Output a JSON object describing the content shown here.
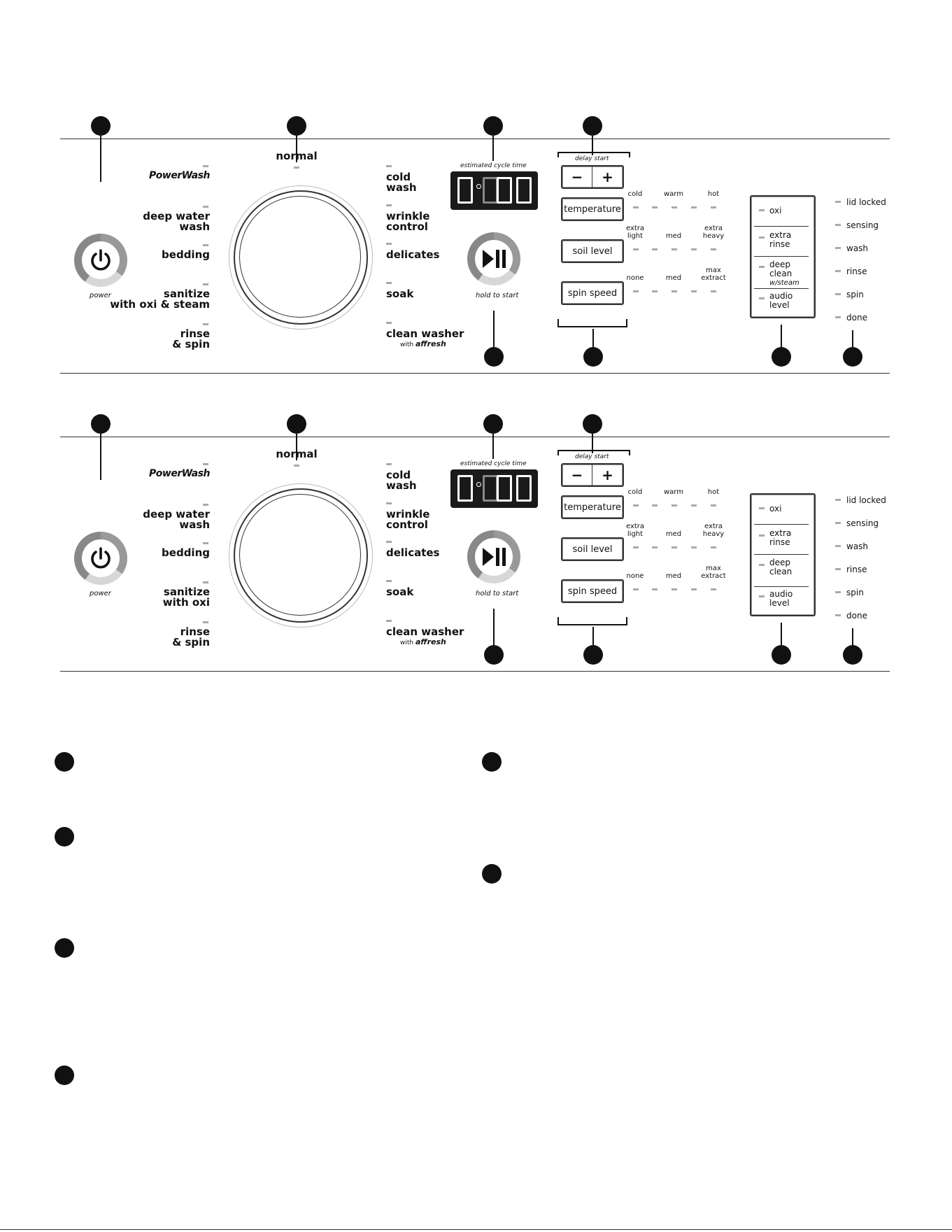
{
  "panels": [
    {
      "cycles_left": [
        {
          "name": "PowerWash",
          "text": "PowerWash",
          "brand": true
        },
        {
          "name": "deep-water-wash",
          "text": "deep water\nwash"
        },
        {
          "name": "bedding",
          "text": "bedding"
        },
        {
          "name": "sanitize",
          "text": "sanitize\nwith oxi & steam"
        },
        {
          "name": "rinse-spin",
          "text": "rinse\n& spin"
        }
      ],
      "cycle_top": "normal",
      "cycles_right": [
        {
          "text": "cold\nwash"
        },
        {
          "text": "wrinkle\ncontrol"
        },
        {
          "text": "delicates"
        },
        {
          "text": "soak"
        },
        {
          "text": "clean washer",
          "sub_prefix": "with",
          "sub_brand": "affresh"
        }
      ],
      "display_label": "estimated cycle time",
      "power_label": "power",
      "start_label": "hold to start",
      "delay_label": "delay start",
      "delay_minus": "−",
      "delay_plus": "+",
      "temperature": {
        "button": "temperature",
        "levels": [
          "cold",
          "warm",
          "hot"
        ]
      },
      "soil": {
        "button": "soil level",
        "levels": [
          "extra\nlight",
          "med",
          "extra\nheavy"
        ]
      },
      "spin": {
        "button": "spin speed",
        "levels": [
          "none",
          "med",
          "max\nextract"
        ]
      },
      "options": [
        {
          "text": "oxi"
        },
        {
          "text": "extra\nrinse"
        },
        {
          "text": "deep\nclean",
          "note": "w/steam"
        },
        {
          "text": "audio\nlevel"
        }
      ],
      "status": [
        "lid locked",
        "sensing",
        "wash",
        "rinse",
        "spin",
        "done"
      ]
    },
    {
      "cycles_left": [
        {
          "name": "PowerWash",
          "text": "PowerWash",
          "brand": true
        },
        {
          "name": "deep-water-wash",
          "text": "deep water\nwash"
        },
        {
          "name": "bedding",
          "text": "bedding"
        },
        {
          "name": "sanitize",
          "text": "sanitize\nwith oxi"
        },
        {
          "name": "rinse-spin",
          "text": "rinse\n& spin"
        }
      ],
      "cycle_top": "normal",
      "cycles_right": [
        {
          "text": "cold\nwash"
        },
        {
          "text": "wrinkle\ncontrol"
        },
        {
          "text": "delicates"
        },
        {
          "text": "soak"
        },
        {
          "text": "clean washer",
          "sub_prefix": "with",
          "sub_brand": "affresh"
        }
      ],
      "display_label": "estimated cycle time",
      "power_label": "power",
      "start_label": "hold to start",
      "delay_label": "delay start",
      "delay_minus": "−",
      "delay_plus": "+",
      "temperature": {
        "button": "temperature",
        "levels": [
          "cold",
          "warm",
          "hot"
        ]
      },
      "soil": {
        "button": "soil level",
        "levels": [
          "extra\nlight",
          "med",
          "extra\nheavy"
        ]
      },
      "spin": {
        "button": "spin speed",
        "levels": [
          "none",
          "med",
          "max\nextract"
        ]
      },
      "options": [
        {
          "text": "oxi"
        },
        {
          "text": "extra\nrinse"
        },
        {
          "text": "deep\nclean"
        },
        {
          "text": "audio\nlevel"
        }
      ],
      "status": [
        "lid locked",
        "sensing",
        "wash",
        "rinse",
        "spin",
        "done"
      ]
    }
  ]
}
